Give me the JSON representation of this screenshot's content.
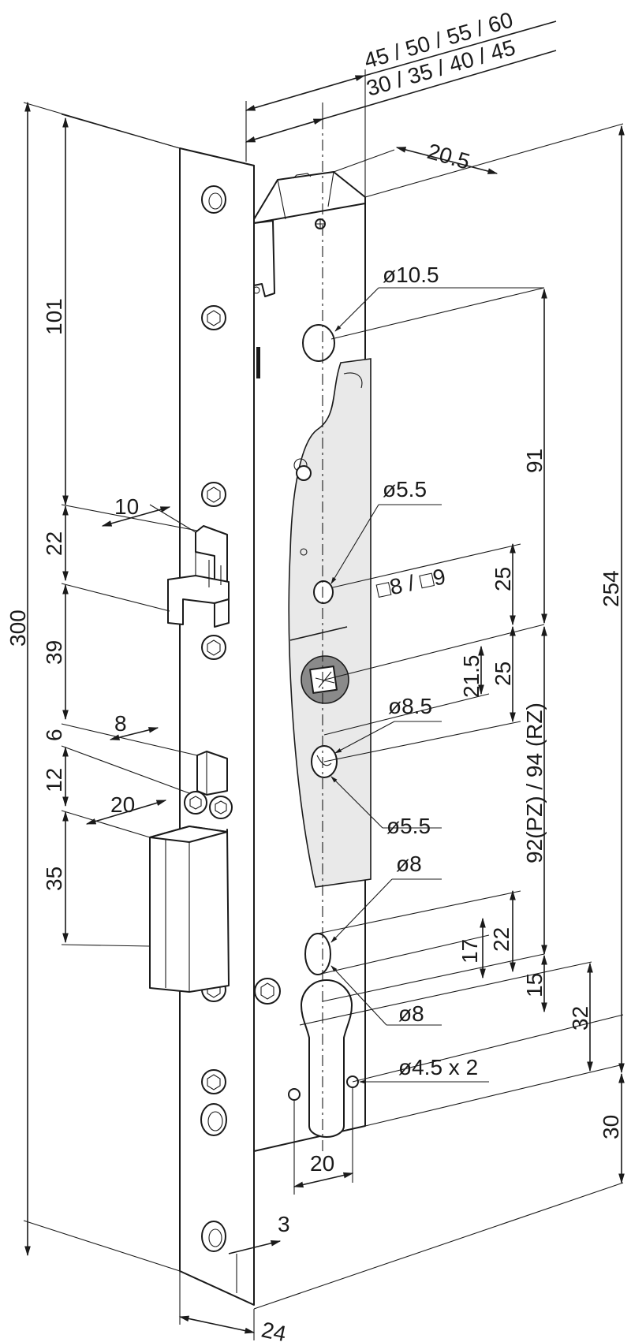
{
  "dimensions": {
    "backset_top": "45 / 50 / 55 / 60",
    "backset_bottom": "30 / 35 / 40 / 45",
    "d_20_5": "20.5",
    "height_300": "300",
    "d_101": "101",
    "d_22_left": "22",
    "d_39": "39",
    "d_6": "6",
    "d_12": "12",
    "d_35": "35",
    "d_10": "10",
    "d_8_latch": "8",
    "d_20_bolt": "20",
    "dia_10_5": "ø10.5",
    "dia_5_5_top": "ø5.5",
    "square": "□8 / □9",
    "dia_8_5": "ø8.5",
    "dia_5_5_bottom": "ø5.5",
    "dia_8_top": "ø8",
    "dia_8_bottom": "ø8",
    "dia_4_5": "ø4.5 x 2",
    "d_91": "91",
    "d_25_upper": "25",
    "d_21_5": "21.5",
    "d_25_lower": "25",
    "d_92_94": "92(PZ) / 94 (RZ)",
    "d_17": "17",
    "d_22_right": "22",
    "d_15": "15",
    "d_32": "32",
    "d_254": "254",
    "d_30": "30",
    "d_20_bottom": "20",
    "d_3": "3",
    "d_24": "24"
  }
}
